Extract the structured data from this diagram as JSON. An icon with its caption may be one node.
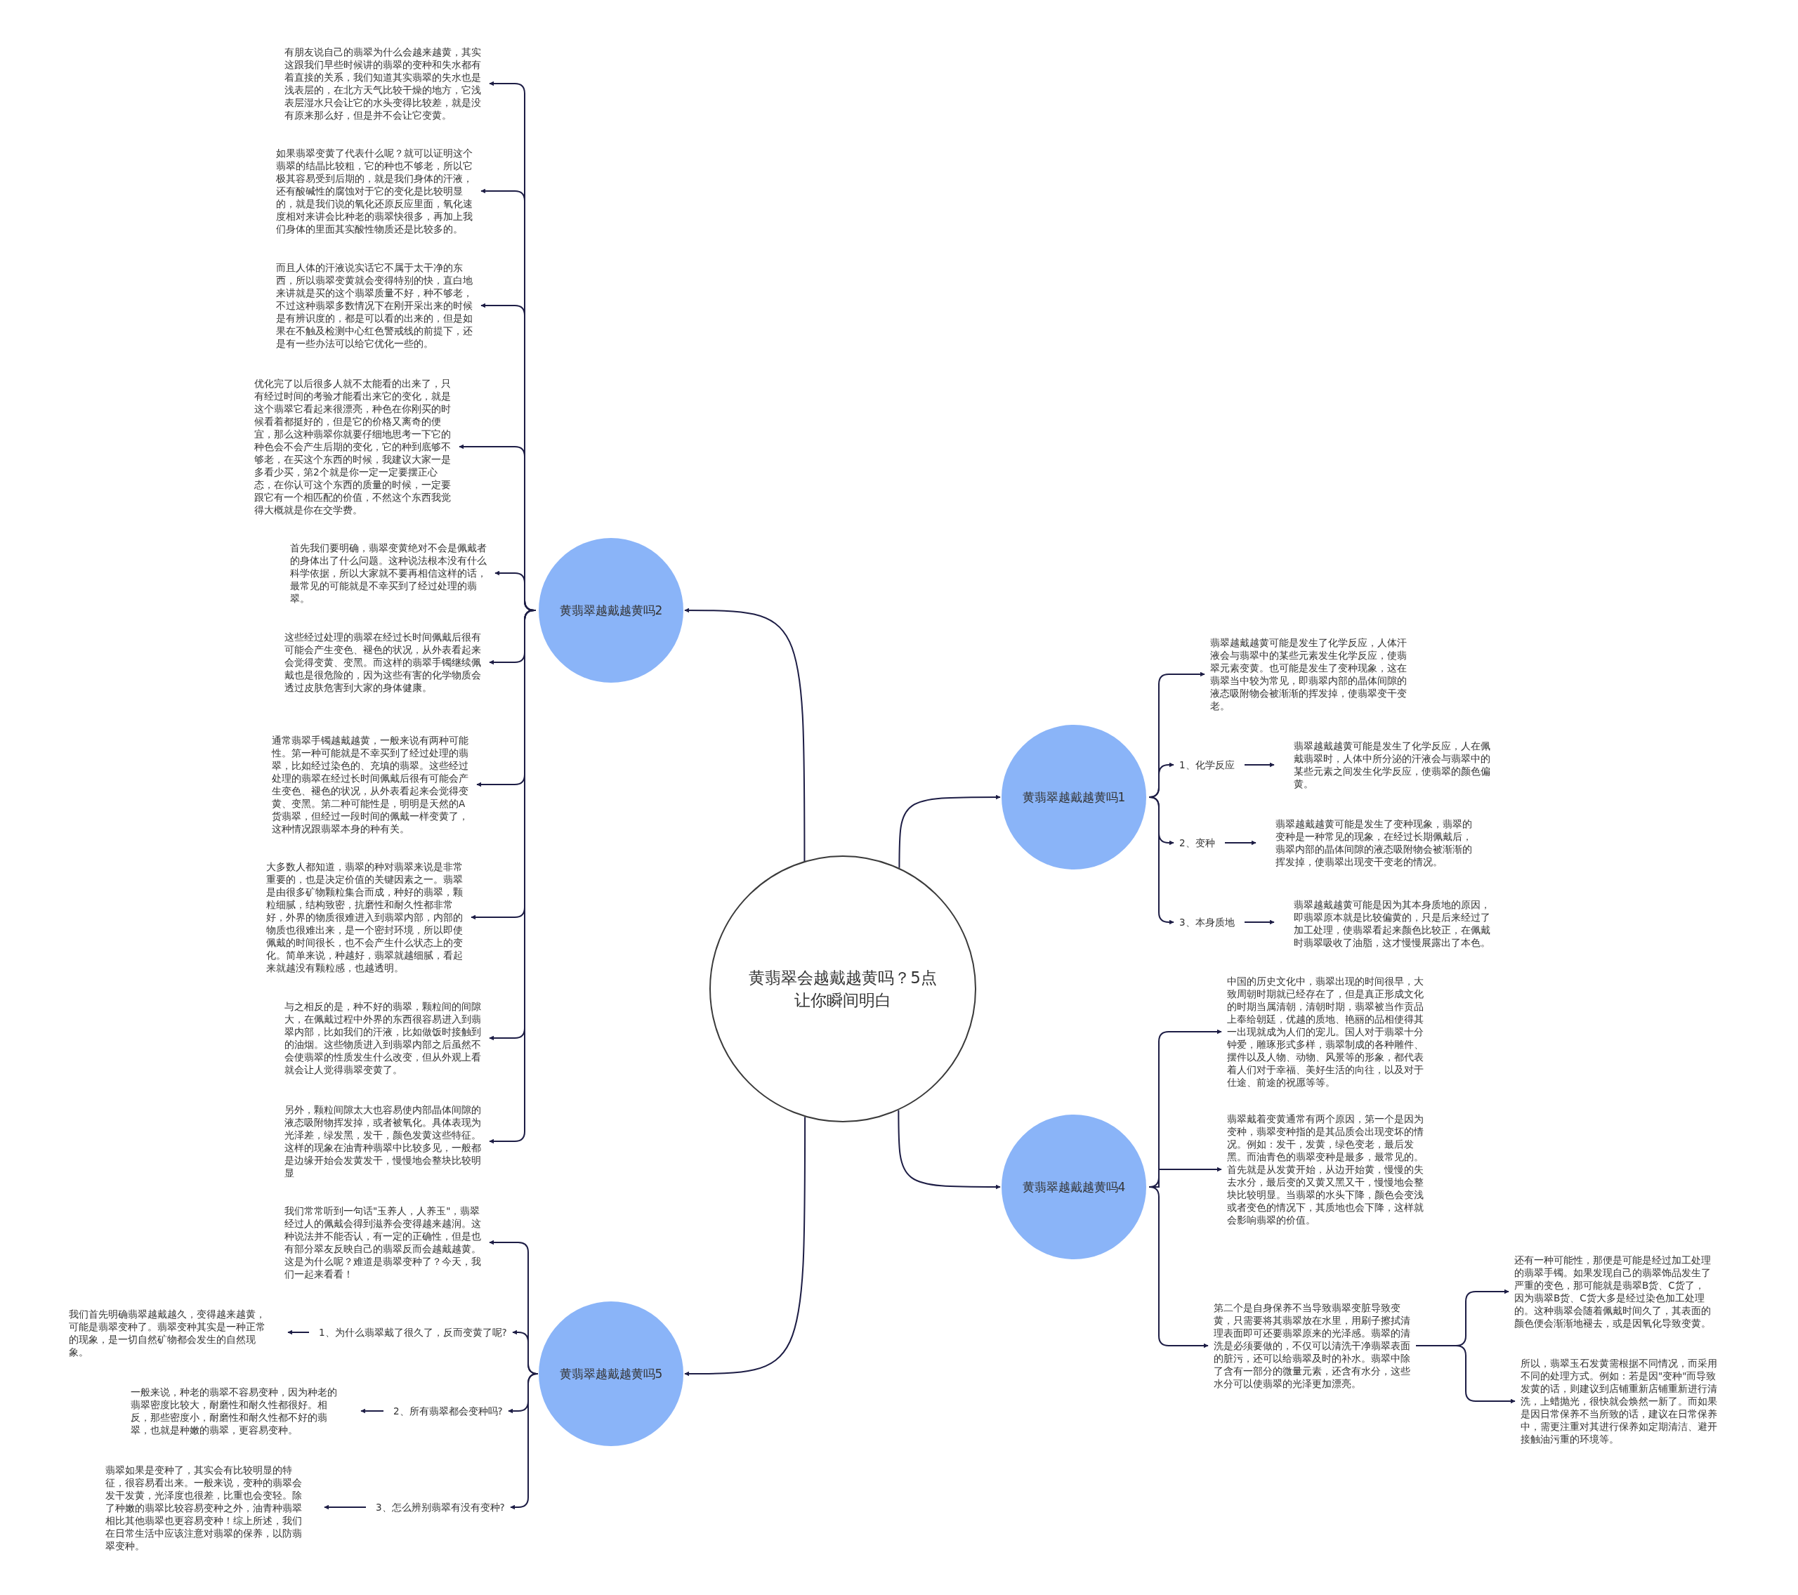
{
  "diagram": {
    "nodes": [
      {
        "text": [
          "黄翡翠会越戴越黄吗？5点让你瞬间明白"
        ]
      },
      {
        "text": [
          "黄翡翠越戴越黄吗2"
        ]
      },
      {
        "text": [
          "有朋友说自己的翡翠为什么会越来越黄，其实这跟我们早些时候讲的翡翠的变种和失水都有着直接的关系，我们知道其实翡翠的失水也是浅表层的，在北方天气比较干燥的地方，它浅表层湿水只会让它的水头变得比较差，就是没有原来那么好，但是并不会让它变黄。"
        ]
      },
      {
        "text": [
          "如果翡翠变黄了代表什么呢？就可以证明这个翡翠的结晶比较粗，它的种也不够老，所以它极其容易受到后期的，就是我们身体的汗液，还有酸碱性的腐蚀对于它的变化是比较明显的，就是我们说的氧化还原反应里面，氧化速度相对来讲会比种老的翡翠快很多，再加上我们身体的里面其实酸性物质还是比较多的。"
        ]
      },
      {
        "text": [
          "而且人体的汗液说实话它不属于太干净的东西，所以翡翠变黄就会变得特别的快，直白地来讲就是买的这个翡翠质量不好，种不够老，不过这种翡翠多数情况下在刚开采出来的时候是有辨识度的，都是可以看的出来的，但是如果在不触及检测中心红色警戒线的前提下，还是有一些办法可以给它优化一些的。"
        ]
      },
      {
        "text": [
          "优化完了以后很多人就不太能看的出来了，只有经过时间的考验才能看出来它的变化，就是这个翡翠它看起来很漂亮，种色在你刚买的时候看着都挺好的，但是它的价格又离奇的便宜，那么这种翡翠你就要仔细地思考一下它的种色会不会产生后期的变化，它的种到底够不够老，在买这个东西的时候，我建议大家一是多看少买，第2个就是你一定一定要摆正心态，在你认可这个东西的质量的时候，一定要跟它有一个相匹配的价值，不然这个东西我觉得大概就是你在交学费。"
        ]
      },
      {
        "text": [
          "首先我们要明确，翡翠变黄绝对不会是佩戴者的身体出了什么问题。这种说法根本没有什么科学依据，所以大家就不要再相信这样的话，最常见的可能就是不幸买到了经过处理的翡翠。"
        ]
      },
      {
        "text": [
          "这些经过处理的翡翠在经过长时间佩戴后很有可能会产生变色、褪色的状况，从外表看起来会觉得变黄、变黑。而这样的翡翠手镯继续佩戴也是很危险的，因为这些有害的化学物质会透过皮肤危害到大家的身体健康。"
        ]
      },
      {
        "text": [
          "通常翡翠手镯越戴越黄，一般来说有两种可能性。第一种可能就是不幸买到了经过处理的翡翠，比如经过染色的、充填的翡翠。这些经过处理的翡翠在经过长时间佩戴后很有可能会产生变色、褪色的状况，从外表看起来会觉得变黄、变黑。第二种可能性是，明明是天然的A货翡翠，但经过一段时间的佩戴一样变黄了，这种情况跟翡翠本身的种有关。"
        ]
      },
      {
        "text": [
          "大多数人都知道，翡翠的种对翡翠来说是非常重要的，也是决定价值的关键因素之一。翡翠是由很多矿物颗粒集合而成，种好的翡翠，颗粒细腻，结构致密，抗磨性和耐久性都非常好，外界的物质很难进入到翡翠内部，内部的物质也很难出来，是一个密封环境，所以即使佩戴的时间很长，也不会产生什么状态上的变化。简单来说，种越好，翡翠就越细腻，看起来就越没有颗粒感，也越透明。"
        ]
      },
      {
        "text": [
          "与之相反的是，种不好的翡翠，颗粒间的间隙大，在佩戴过程中外界的东西很容易进入到翡翠内部，比如我们的汗液，比如做饭时接触到的油烟。这些物质进入到翡翠内部之后虽然不会使翡翠的性质发生什么改变，但从外观上看就会让人觉得翡翠变黄了。"
        ]
      },
      {
        "text": [
          "另外，颗粒间隙太大也容易使内部晶体间隙的液态吸附物挥发掉，或者被氧化。具体表现为光泽差，绿发黑，发干，颜色发黄这些特征。这样的现象在油青种翡翠中比较多见，一般都是边缘开始会发黄发干，慢慢地会整块比较明显"
        ]
      },
      {
        "text": [
          "黄翡翠越戴越黄吗1"
        ]
      },
      {
        "text": [
          "翡翠越戴越黄可能是发生了化学反应，人体汗液会与翡翠中的某些元素发生化学反应，使翡翠元素变黄。也可能是发生了变种现象，这在翡翠当中较为常见，即翡翠内部的晶体间隙的液态吸附物会被渐渐的挥发掉，使翡翠变干变老。"
        ]
      },
      {
        "text": [
          "1、化学反应"
        ]
      },
      {
        "text": [
          "翡翠越戴越黄可能是发生了化学反应，人在佩戴翡翠时，人体中所分泌的汗液会与翡翠中的某些元素之间发生化学反应，使翡翠的颜色偏黄。"
        ]
      },
      {
        "text": [
          "2、变种"
        ]
      },
      {
        "text": [
          "翡翠越戴越黄可能是发生了变种现象，翡翠的变种是一种常见的现象，在经过长期佩戴后，翡翠内部的晶体间隙的液态吸附物会被渐渐的挥发掉，使翡翠出现变干变老的情况。"
        ]
      },
      {
        "text": [
          "3、本身质地"
        ]
      },
      {
        "text": [
          "翡翠越戴越黄可能是因为其本身质地的原因，即翡翠原本就是比较偏黄的，只是后来经过了加工处理，使翡翠看起来颜色比较正，在佩戴时翡翠吸收了油脂，这才慢慢展露出了本色。"
        ]
      },
      {
        "text": [
          "黄翡翠越戴越黄吗4"
        ]
      },
      {
        "text": [
          "中国的历史文化中，翡翠出现的时间很早，大致周朝时期就已经存在了，但是真正形成文化的时期当属清朝，清朝时期，翡翠被当作贡品上奉给朝廷，优越的质地、艳丽的品相使得其一出现就成为人们的宠儿。国人对于翡翠十分钟爱，雕琢形式多样，翡翠制成的各种雕件、摆件以及人物、动物、风景等的形象，都代表着人们对于幸福、美好生活的向往，以及对于仕途、前途的祝愿等等。"
        ]
      },
      {
        "text": [
          "翡翠戴着变黄通常有两个原因，第一个是因为变种，翡翠变种指的是其品质会出现变坏的情况。例如：发干，发黄，绿色变老，最后发黑。而油青色的翡翠变种是最多，最常见的。首先就是从发黄开始，从边开始黄，慢慢的失去水分，最后变的又黄又黑又干，慢慢地会整块比较明显。当翡翠的水头下降，颜色会变浅或者变色的情况下，其质地也会下降，这样就会影响翡翠的价值。"
        ]
      },
      {
        "text": [
          "第二个是自身保养不当导致翡翠变脏导致变黄，只需要将其翡翠放在水里，用刷子擦拭清理表面即可还要翡翠原来的光泽感。翡翠的清洗是必须要做的，不仅可以清洗干净翡翠表面的脏污，还可以给翡翠及时的补水。翡翠中除了含有一部分的微量元素，还含有水分，这些水分可以使翡翠的光泽更加漂亮。"
        ]
      },
      {
        "text": [
          "还有一种可能性，那便是可能是经过加工处理的翡翠手镯。如果发现自己的翡翠饰品发生了严重的变色，那可能就是翡翠B货、C货了，因为翡翠B货、C货大多是经过染色加工处理的。这种翡翠会随着佩戴时间久了，其表面的颜色便会渐渐地褪去，或是因氧化导致变黄。"
        ]
      },
      {
        "text": [
          "所以，翡翠玉石发黄需根据不同情况，而采用不同的处理方式。例如：若是因\"变种\"而导致发黄的话，则建议到店铺重新店铺重新进行清洗，上蜡抛光，很快就会焕然一新了。而如果是因日常保养不当所致的话，建议在日常保养中，需更注重对其进行保养如定期清洁、避开接触油污重的环境等。"
        ]
      },
      {
        "text": [
          "黄翡翠越戴越黄吗5"
        ]
      },
      {
        "text": [
          "我们常常听到一句话\"玉养人，人养玉\"，翡翠经过人的佩戴会得到滋养会变得越来越润。这种说法并不能否认，有一定的正确性，但是也有部分翠友反映自己的翡翠反而会越戴越黄。这是为什么呢？难道是翡翠变种了？今天，我们一起来看看！"
        ]
      },
      {
        "text": [
          "1、为什么翡翠戴了很久了，反而变黄了呢?"
        ]
      },
      {
        "text": [
          "我们首先明确翡翠越戴越久，变得越来越黄，可能是翡翠变种了。翡翠变种其实是一种正常的现象，是一切自然矿物都会发生的自然现象。"
        ]
      },
      {
        "text": [
          "2、所有翡翠都会变种吗?"
        ]
      },
      {
        "text": [
          "一般来说，种老的翡翠不容易变种，因为种老的翡翠密度比较大，耐磨性和耐久性都很好。相反，那些密度小，耐磨性和耐久性都不好的翡翠，也就是种嫩的翡翠，更容易变种。"
        ]
      },
      {
        "text": [
          "3、怎么辨别翡翠有没有变种?"
        ]
      },
      {
        "text": [
          "翡翠如果是变种了，其实会有比较明显的特征，很容易看出来。一般来说，变种的翡翠会发干发黄，光泽度也很差，比重也会变轻。除了种嫩的翡翠比较容易变种之外，油青种翡翠相比其他翡翠也更容易变种！综上所述，我们在日常生活中应该注意对翡翠的保养，以防翡翠变种。"
        ]
      }
    ],
    "edges": [
      {
        "from": 0,
        "to": 1,
        "arrow": "to"
      },
      {
        "from": 0,
        "to": 12,
        "arrow": "to"
      },
      {
        "from": 0,
        "to": 20,
        "arrow": "to"
      },
      {
        "from": 0,
        "to": 26,
        "arrow": "to"
      },
      {
        "from": 1,
        "to": 2,
        "arrow": "to"
      },
      {
        "from": 1,
        "to": 3,
        "arrow": "to"
      },
      {
        "from": 1,
        "to": 4,
        "arrow": "to"
      },
      {
        "from": 1,
        "to": 5,
        "arrow": "to"
      },
      {
        "from": 1,
        "to": 6,
        "arrow": "to"
      },
      {
        "from": 1,
        "to": 7,
        "arrow": "to"
      },
      {
        "from": 1,
        "to": 8,
        "arrow": "to"
      },
      {
        "from": 1,
        "to": 9,
        "arrow": "to"
      },
      {
        "from": 1,
        "to": 10,
        "arrow": "to"
      },
      {
        "from": 1,
        "to": 11,
        "arrow": "to"
      },
      {
        "from": 12,
        "to": 13,
        "arrow": "to"
      },
      {
        "from": 12,
        "to": 14,
        "arrow": "to"
      },
      {
        "from": 12,
        "to": 16,
        "arrow": "to"
      },
      {
        "from": 12,
        "to": 18,
        "arrow": "to"
      },
      {
        "from": 14,
        "to": 15,
        "arrow": "to"
      },
      {
        "from": 16,
        "to": 17,
        "arrow": "to"
      },
      {
        "from": 18,
        "to": 19,
        "arrow": "to"
      },
      {
        "from": 20,
        "to": 21,
        "arrow": "to"
      },
      {
        "from": 20,
        "to": 22,
        "arrow": "to"
      },
      {
        "from": 20,
        "to": 23,
        "arrow": "to"
      },
      {
        "from": 23,
        "to": 24,
        "arrow": "to"
      },
      {
        "from": 23,
        "to": 25,
        "arrow": "to"
      },
      {
        "from": 26,
        "to": 27,
        "arrow": "to"
      },
      {
        "from": 26,
        "to": 28,
        "arrow": "to"
      },
      {
        "from": 26,
        "to": 30,
        "arrow": "to"
      },
      {
        "from": 26,
        "to": 32,
        "arrow": "to"
      },
      {
        "from": 28,
        "to": 29,
        "arrow": "to"
      },
      {
        "from": 30,
        "to": 31,
        "arrow": "to"
      },
      {
        "from": 32,
        "to": 33,
        "arrow": "to"
      }
    ]
  }
}
